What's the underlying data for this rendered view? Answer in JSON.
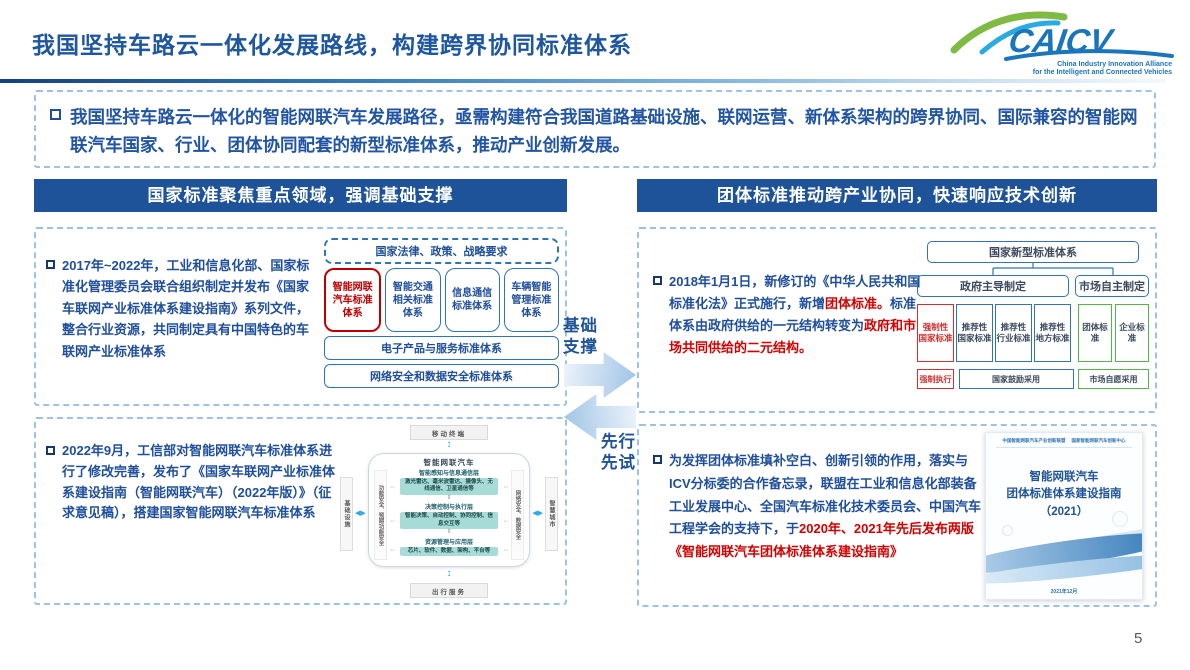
{
  "page": {
    "title": "我国坚持车路云一体化发展路线，构建跨界协同标准体系",
    "page_number": "5"
  },
  "logo": {
    "text": "CAICV",
    "tagline1": "China Industry Innovation Alliance",
    "tagline2": "for the Intelligent and Connected Vehicles"
  },
  "icons": {
    "updown_arrow": "↕",
    "vert_swap_arrow": "⇕",
    "swap_arrow": "⇔",
    "left_right_arrow": "◀▶"
  },
  "summary": {
    "text": "我国坚持车路云一体化的智能网联汽车发展路径，亟需构建符合我国道路基础设施、联网运营、新体系架构的跨界协同、国际兼容的智能网联汽车国家、行业、团体协同配套的新型标准体系，推动产业创新发展。"
  },
  "left_panel": {
    "header": "国家标准聚焦重点领域，强调基础支撑",
    "box1": {
      "text": "2017年~2022年，工业和信息化部、国家标准化管理委员会联合组织制定并发布《国家车联网产业标准体系建设指南》系列文件，整合行业资源，共同制定具有中国特色的车联网产业标准体系",
      "diagram": {
        "top": "国家法律、政策、战略要求",
        "pillars": [
          "智能网联汽车标准体系",
          "智能交通相关标准体系",
          "信息通信标准体系",
          "车辆智能管理标准体系"
        ],
        "base1": "电子产品与服务标准体系",
        "base2": "网络安全和数据安全标准体系"
      }
    },
    "box2": {
      "text": "2022年9月，工信部对智能网联汽车标准体系进行了修改完善，发布了《国家车联网产业标准体系建设指南（智能网联汽车）（2022年版）》（征求意见稿），搭建国家智能网联汽车标准体系",
      "diagram": {
        "top_terminal": "移动终端",
        "bottom_terminal": "出行服务",
        "left_terminal": "基础设施",
        "right_terminal": "智慧城市",
        "container_title": "智能网联汽车",
        "left_rail": "功能安全、预期功能安全",
        "right_rail": "网络安全、数据安全",
        "layers": [
          {
            "title": "智能感知与信息通信层",
            "items": "激光雷达、毫米波雷达、摄像头、无线通信、卫星通信等"
          },
          {
            "title": "决策控制与执行层",
            "items": "智能决策、自动控制、协同控制、信息交互等"
          },
          {
            "title": "资源管理与应用层",
            "items": "芯片、软件、数据、架构、平台等"
          }
        ]
      }
    }
  },
  "middle": {
    "top_label": "基础支撑",
    "bottom_label": "先行先试"
  },
  "right_panel": {
    "header": "团体标准推动跨产业协同，快速响应技术创新",
    "box1": {
      "text_blue1": "2018年1月1日，新修订的《中华人民共和国标准化法》正式施行，新增",
      "text_red1": "团体标准。",
      "text_blue2": "标准体系由政府供给的一元结构转变为",
      "text_red2": "政府和市场共同供给的二元结构。",
      "diagram": {
        "root": "国家新型标准体系",
        "branch_gov": "政府主导制定",
        "branch_market": "市场自主制定",
        "gov_boxes": [
          [
            "强制性",
            "国家标准"
          ],
          [
            "推荐性",
            "国家标准"
          ],
          [
            "推荐性",
            "行业标准"
          ],
          [
            "推荐性",
            "地方标准"
          ]
        ],
        "market_boxes": [
          [
            "团体标准"
          ],
          [
            "企业标准"
          ]
        ],
        "footer_mandatory": "强制执行",
        "footer_gov": "国家鼓励采用",
        "footer_market": "市场自愿采用"
      }
    },
    "box2": {
      "text_blue1": "为发挥团体标准填补空白、创新引领的作用，落实与ICV分标委的合作备忘录，联盟在工业和信息化部装备工业发展中心、全国汽车标准化技术委员会、中国汽车工程学会的支持下，于",
      "text_red1": "2020年、2021年先后发布两版《智能网联汽车团体标准体系建设指南》",
      "book": {
        "header_left": "中国智能网联汽车产业创新联盟",
        "header_right": "国家智能网联汽车创新中心",
        "title1": "智能网联汽车",
        "title2": "团体标准体系建设指南",
        "title3": "（2021）",
        "date": "2021年12月"
      }
    }
  },
  "colors": {
    "accent_blue": "#1E5299",
    "text_blue": "#1F4E9C",
    "highlight_red": "#D40000",
    "diagram_red": "#C00000",
    "teal_fill": "#A7DBD8",
    "green_border": "#54B54B",
    "logo_green": "#7FBA42",
    "logo_blue": "#1B75BB"
  }
}
